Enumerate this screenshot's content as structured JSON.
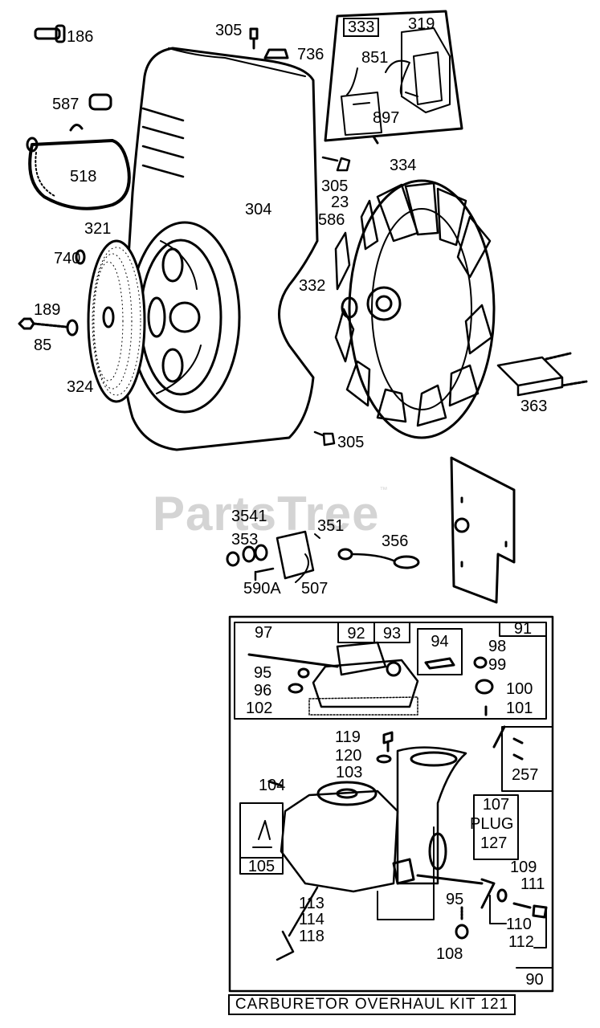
{
  "watermark": {
    "text": "PartsTree",
    "tm": "™"
  },
  "callouts": {
    "p186": "186",
    "p305a": "305",
    "p736": "736",
    "p587": "587",
    "p518": "518",
    "p321": "321",
    "p304": "304",
    "p740": "740",
    "p189": "189",
    "p85": "85",
    "p324": "324",
    "p305b": "305",
    "p23": "23",
    "p586": "586",
    "p332": "332",
    "p363": "363",
    "p305c": "305",
    "p334": "334",
    "p851": "851",
    "p897": "897",
    "p333": "333",
    "p319": "319",
    "p3541": "3541",
    "p353": "353",
    "p351": "351",
    "p356": "356",
    "p590A": "590A",
    "p507": "507",
    "p97": "97",
    "p92": "92",
    "p93": "93",
    "p94": "94",
    "p91": "91",
    "p98": "98",
    "p99": "99",
    "p95a": "95",
    "p96": "96",
    "p100": "100",
    "p101": "101",
    "p102": "102",
    "p119": "119",
    "p120": "120",
    "p257": "257",
    "p104": "104",
    "p103": "103",
    "p107": "107",
    "plug": "PLUG",
    "p127": "127",
    "p105": "105",
    "p109": "109",
    "p111": "111",
    "p95b": "95",
    "p113": "113",
    "p114": "114",
    "p110": "110",
    "p118": "118",
    "p108": "108",
    "p112": "112",
    "p90": "90"
  },
  "kit_label": "CARBURETOR OVERHAUL KIT 121"
}
